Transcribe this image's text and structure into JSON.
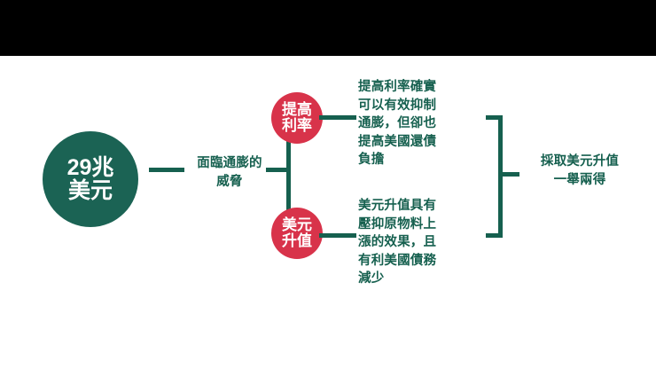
{
  "diagram": {
    "title_chain": "29兆美元 → 面臨通膨的威脅 → 提高利率 / 美元升值 → 採取美元升值一舉兩得",
    "colors": {
      "green": "#16604f",
      "green_fill": "#1b6354",
      "red_fill": "#d8334a",
      "letterbox": "#000000",
      "background": "#ffffff",
      "text_on_fill": "#ffffff"
    },
    "root": {
      "line1": "29兆",
      "line2": "美元"
    },
    "threat_label": {
      "line1": "面臨通膨的",
      "line2": "威脅"
    },
    "branches": [
      {
        "id": "rate",
        "circle_line1": "提高",
        "circle_line2": "利率",
        "detail_lines": [
          "提高利率確實",
          "可以有效抑制",
          "通膨，但卻也",
          "提高美國還債",
          "負擔"
        ]
      },
      {
        "id": "usd",
        "circle_line1": "美元",
        "circle_line2": "升值",
        "detail_lines": [
          "美元升值具有",
          "壓抑原物料上",
          "漲的效果，且",
          "有利美國債務",
          "減少"
        ]
      }
    ],
    "conclusion": {
      "line1": "採取美元升值",
      "line2": "一舉兩得"
    }
  }
}
